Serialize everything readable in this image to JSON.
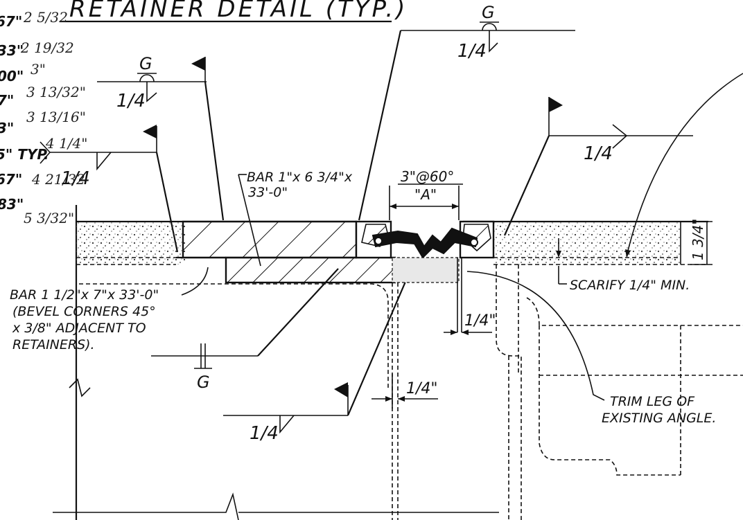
{
  "title": "RETAINER DETAIL (TYP.)",
  "left_column": {
    "printed": [
      "67\"",
      "33\"",
      "00\"",
      "7\"",
      "3\"",
      "5\" TYP.",
      "67\"",
      "83\""
    ],
    "handwritten": [
      "2 5/32",
      "2 19/32",
      "3\"",
      "3 13/32\"",
      "3 13/16\"",
      "4 1/4\"",
      "4 21/32",
      "5 3/32\""
    ]
  },
  "weld_symbols": {
    "groove_letter": "G",
    "size": "1/4"
  },
  "labels": {
    "bar_top_line1": "BAR 1\"x 6 3/4\"x",
    "bar_top_line2": "33'-0\"",
    "spacing": "3\"@60°",
    "spacing_sub": "\"A\"",
    "depth": "1 3/4\"",
    "scarify": "SCARIFY 1/4\" MIN.",
    "bar_bottom_line1": "BAR 1 1/2\"x 7\"x 33'-0\"",
    "bar_bottom_line2": "(BEVEL CORNERS 45°",
    "bar_bottom_line3": "x 3/8\" ADJACENT TO",
    "bar_bottom_line4": "RETAINERS).",
    "gap_right": "1/4\"",
    "gap_bottom": "1/4\"",
    "trim_line1": "TRIM LEG OF",
    "trim_line2": "EXISTING ANGLE."
  },
  "colors": {
    "ink": "#111111",
    "paper": "#ffffff",
    "hatch": "#222222"
  }
}
